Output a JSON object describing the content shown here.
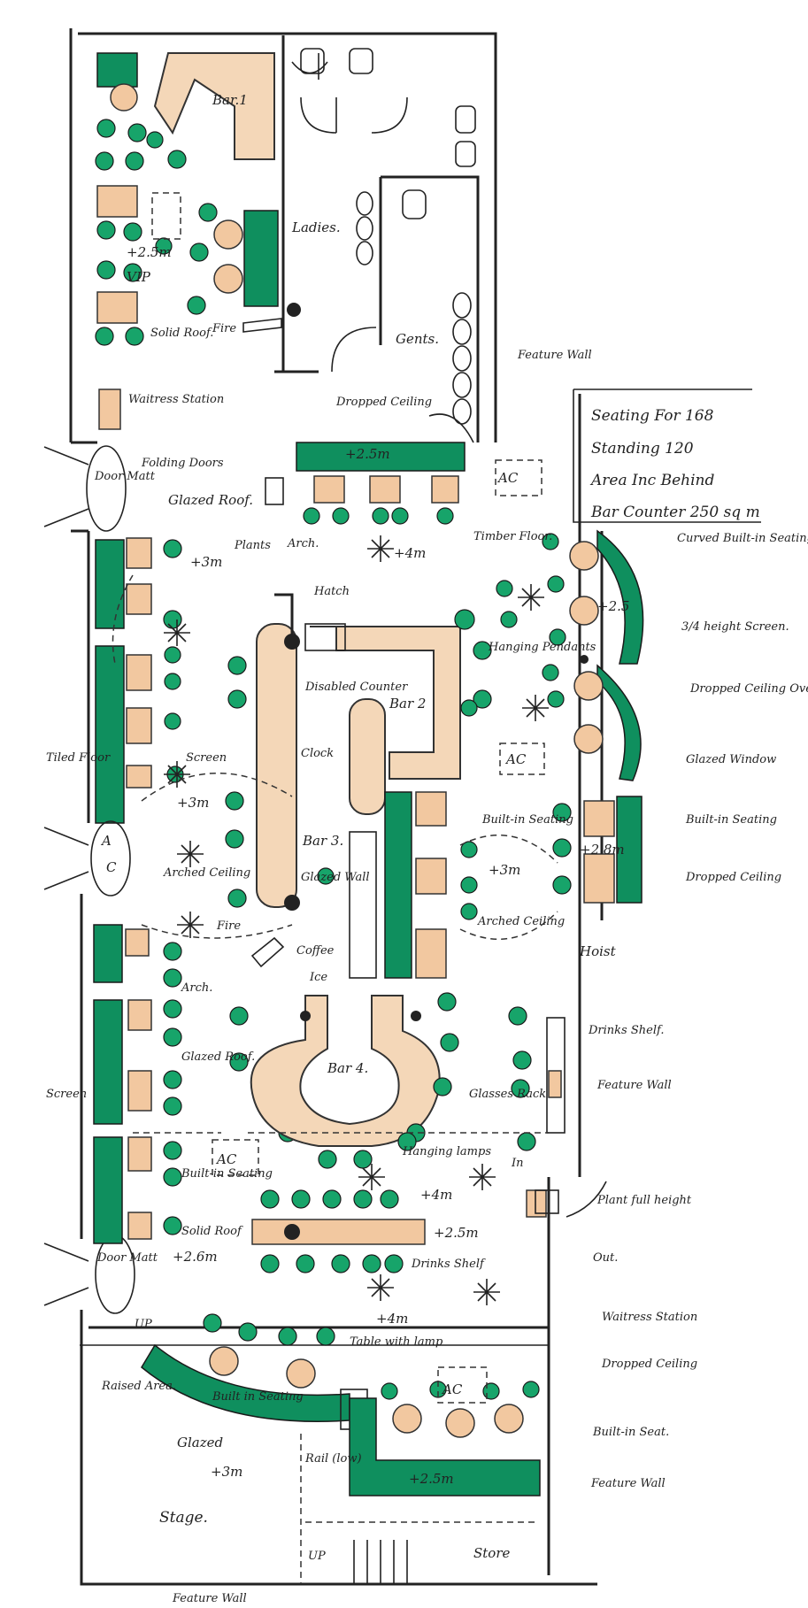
{
  "labels": {
    "bar1": "Bar.1",
    "bar2": "Bar 2",
    "bar3": "Bar 3.",
    "bar4": "Bar 4.",
    "ladies": "Ladies.",
    "gents": "Gents.",
    "vip": "VIP",
    "vip_height": "+2.5m",
    "solid_roof_top": "Solid Roof.",
    "fire_top": "Fire",
    "waitress_station_top": "Waitress Station",
    "folding_doors": "Folding Doors",
    "dropped_ceiling_top": "Dropped Ceiling",
    "feature_wall_top": "Feature Wall",
    "door_matt_top": "Door Matt",
    "glazed_roof_top": "Glazed Roof.",
    "plus3m_a": "+3m",
    "plants": "Plants",
    "arch_top": "Arch.",
    "plus4m_top": "+4m",
    "timber_floor": "Timber Floor.",
    "curved_seating": "Curved Built-in Seating",
    "plus25_right": "+2.5",
    "three_quarter_screen": "3/4 height Screen.",
    "dropped_ceiling_over": "Dropped Ceiling Over",
    "glazed_window": "Glazed Window",
    "builtin_seating_right": "Built-in Seating",
    "dropped_ceiling_right": "Dropped Ceiling",
    "plus28m": "+2.8m",
    "hatch": "Hatch",
    "disabled_counter": "Disabled Counter",
    "hanging_pendants": "Hanging Pendants",
    "tiled_floor": "Tiled Floor",
    "screen_mid": "Screen",
    "clock": "Clock",
    "plus3m_b": "+3m",
    "builtin_seating_mid": "Built-in Seating",
    "plus3m_c": "+3m",
    "arched_ceiling_left": "Arched Ceiling",
    "glazed_wall": "Glazed Wall",
    "arched_ceiling_right": "Arched Ceiling",
    "fire_mid": "Fire",
    "coffee": "Coffee",
    "ice": "Ice",
    "hoist": "Hoist",
    "arch_mid": "Arch.",
    "drinks_shelf_right": "Drinks Shelf.",
    "feature_wall_right": "Feature Wall",
    "glazed_roof_mid": "Glazed Roof.",
    "screen_left": "Screen",
    "glasses_rack": "Glasses Rack",
    "hanging_lamps": "Hanging lamps",
    "plus4m_mid": "+4m",
    "in": "In",
    "builtin_seating_left": "Built-in Seating",
    "plant_full_height": "Plant full height",
    "solid_roof_mid": "Solid Roof",
    "plus26m": "+2.6m",
    "plus25m_mid": "+2.5m",
    "drinks_shelf_mid": "Drinks Shelf",
    "out": "Out.",
    "door_matt_bottom": "Door Matt",
    "up_left": "UP",
    "plus4m_bottom": "+4m",
    "table_with_lamp": "Table with lamp",
    "waitress_station_bottom": "Waitress Station",
    "dropped_ceiling_bottom": "Dropped Ceiling",
    "raised_area": "Raised Area.",
    "builtin_seating_curve": "Built in Seating",
    "builtin_seat_bottom": "Built-in Seat.",
    "glazed_bottom": "Glazed",
    "plus3m_bottom": "+3m",
    "rail_low": "Rail (low)",
    "plus25m_bottom": "+2.5m",
    "feature_wall_bottom_right": "Feature Wall",
    "stage": "Stage.",
    "up_bottom": "UP",
    "store": "Store",
    "feature_wall_bottom": "Feature Wall",
    "ac": "AC",
    "a": "A",
    "c": "C",
    "plus25m_top": "+2.5m"
  },
  "summary": {
    "line1": "Seating For 168",
    "line2": "Standing 120",
    "line3": "Area Inc Behind",
    "line4": "Bar Counter 250 sq m"
  },
  "colors": {
    "green": "#0f8f5e",
    "tan": "#f2c8a0",
    "bar": "#f4d7b8",
    "ink": "#222222"
  }
}
